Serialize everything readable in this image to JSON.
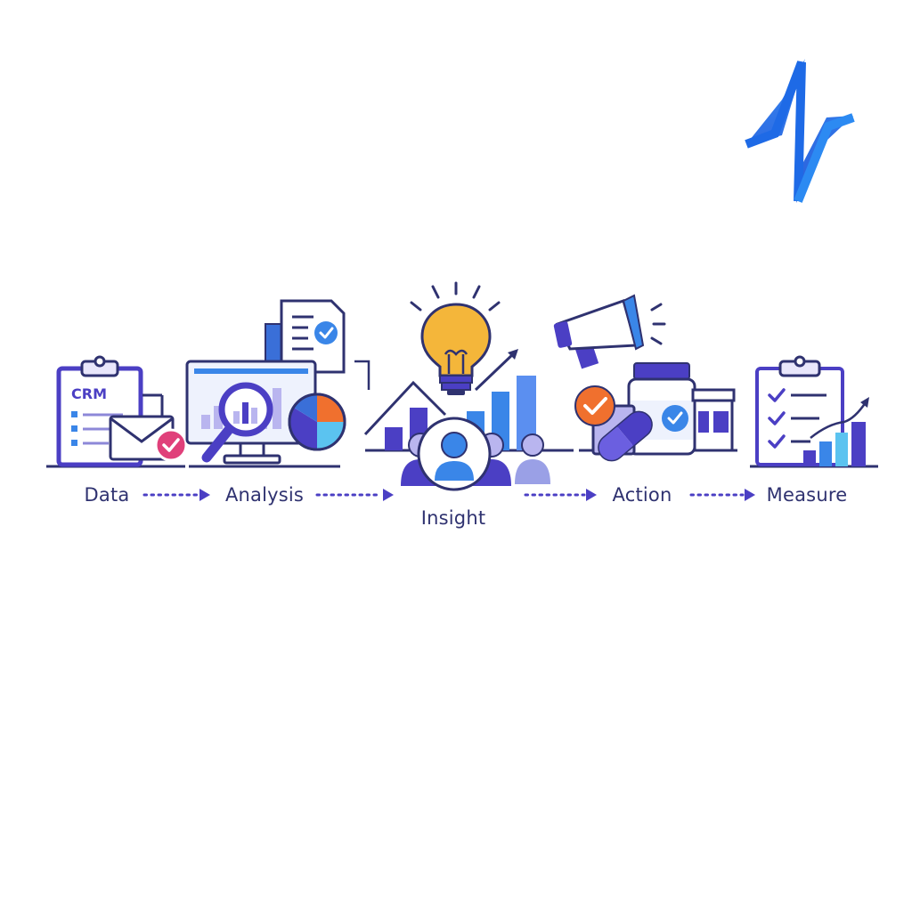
{
  "steps": {
    "data": {
      "label": "Data",
      "badge_text": "CRM"
    },
    "analysis": {
      "label": "Analysis"
    },
    "insight": {
      "label": "Insight"
    },
    "action": {
      "label": "Action"
    },
    "measure": {
      "label": "Measure"
    }
  },
  "icons": {
    "logo": "pulse-logo-icon",
    "data": "crm-clipboard-icon",
    "analysis": "monitor-magnifier-icon",
    "insight": "lightbulb-audience-icon",
    "action": "megaphone-medicine-icon",
    "measure": "checklist-growth-icon"
  },
  "colors": {
    "primary": "#4b3fc4",
    "navy": "#2f3270",
    "blue": "#3a86e8",
    "light_blue": "#5bc3f0",
    "orange": "#f0702e",
    "yellow": "#f4b63a",
    "pink": "#e0407a",
    "lavender": "#b9b5ef"
  }
}
